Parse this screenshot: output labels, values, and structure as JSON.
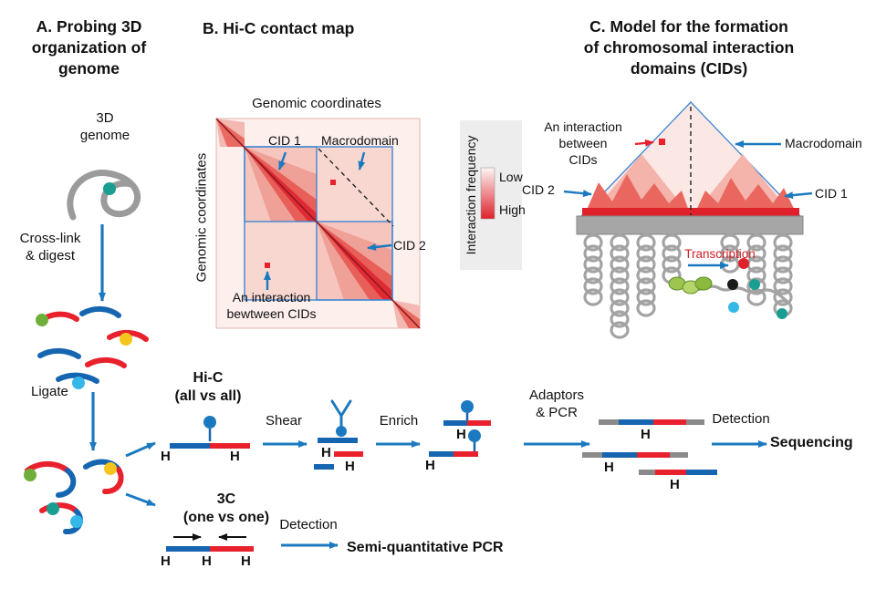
{
  "panelA": {
    "title": "A. Probing 3D\norganization of\ngenome",
    "genome_label": "3D\ngenome",
    "crosslink_label": "Cross-link\n& digest",
    "ligate_label": "Ligate"
  },
  "panelB": {
    "title": "B. Hi-C contact map",
    "x_axis_label": "Genomic coordinates",
    "y_axis_label": "Genomic coordinates",
    "cid1_label": "CID 1",
    "macrodomain_label": "Macrodomain",
    "cid2_label": "CID 2",
    "interaction_label": "An interaction\nbewtween CIDs"
  },
  "colorbar": {
    "label": "Interaction frequency",
    "low": "Low",
    "high": "High"
  },
  "panelC": {
    "title": "C. Model for the formation\nof chromosomal interaction\ndomains (CIDs)",
    "interaction_label": "An interaction\nbetween\nCIDs",
    "macrodomain_label": "Macrodomain",
    "cid2_label": "CID 2",
    "cid1_label": "CID 1",
    "transcription_label": "Transcription"
  },
  "workflow": {
    "hic_label": "Hi-C\n(all vs all)",
    "threec_label": "3C\n(one vs one)",
    "shear": "Shear",
    "enrich": "Enrich",
    "adaptors": "Adaptors\n& PCR",
    "detection": "Detection",
    "detection2": "Detection",
    "sequencing": "Sequencing",
    "semiquant": "Semi-quantitative PCR",
    "h": "H"
  },
  "colors": {
    "arrow_blue": "#1b7abf",
    "fragment_red": "#e8212d",
    "fragment_blue": "#1565b0",
    "heat_high": "#df212b",
    "heat_low": "#fcefec",
    "map_outline_blue": "#3f87d4",
    "coil_gray": "#a3a3a3",
    "dot_teal": "#1b9e92",
    "dot_green": "#6fae3a",
    "dot_yellow": "#f6c51d",
    "dot_cyan": "#35b8e8"
  }
}
